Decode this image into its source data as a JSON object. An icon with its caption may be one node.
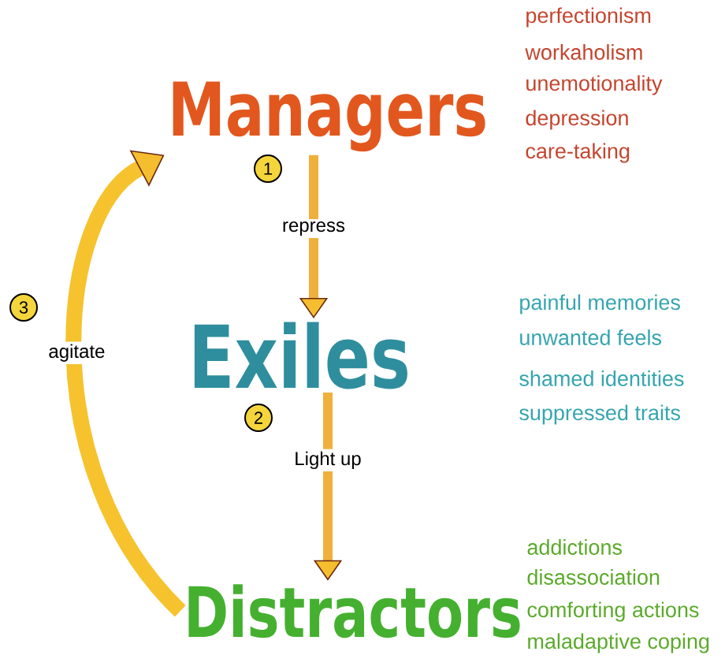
{
  "diagram": {
    "nodes": [
      {
        "text": [
          "Managers"
        ],
        "beside": [
          "perfectionism",
          "workaholism",
          "unemotionality",
          "depression",
          "care-taking"
        ]
      },
      {
        "text": [
          "Exiles"
        ],
        "beside": [
          "painful memories",
          "unwanted feels",
          "shamed identities",
          "suppressed traits"
        ]
      },
      {
        "text": [
          "Distractors"
        ],
        "beside": [
          "addictions",
          "disassociation",
          "comforting actions",
          "maladaptive coping"
        ]
      }
    ],
    "edges": [
      {
        "from": 0,
        "to": 1,
        "arrow": "to",
        "label": "repress"
      },
      {
        "from": 1,
        "to": 2,
        "arrow": "to",
        "label": "Light up"
      },
      {
        "from": 2,
        "to": 0,
        "arrow": "to",
        "label": "agitate"
      }
    ],
    "labels": [
      "1",
      "2",
      "3"
    ]
  }
}
